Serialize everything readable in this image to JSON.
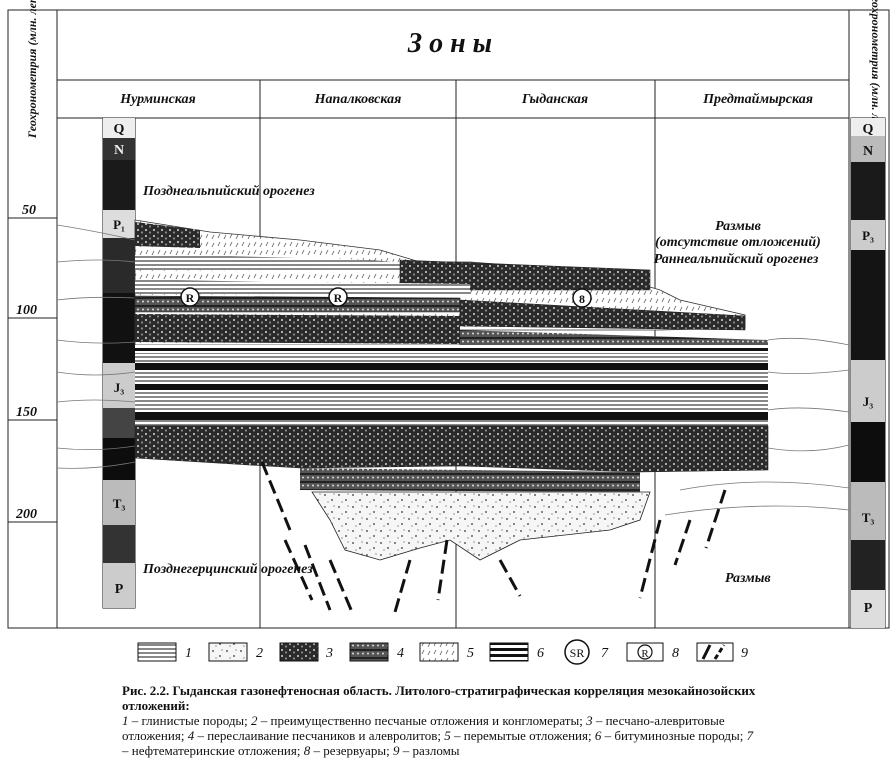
{
  "header": {
    "zones_title": "З о н ы",
    "geochron_label": "Геохронометрия (млн. лет)"
  },
  "zones": [
    "Нурминская",
    "Напалковская",
    "Гыданская",
    "Предтаймырская"
  ],
  "time_scale": {
    "ticks": [
      "50",
      "100",
      "150",
      "200"
    ]
  },
  "left_column": {
    "labels": [
      "Q",
      "N",
      "P₁",
      "J₃",
      "T₃",
      "P"
    ]
  },
  "right_column": {
    "labels": [
      "Q",
      "N",
      "P₃",
      "J₃",
      "T₃",
      "P"
    ]
  },
  "annotations": {
    "late_alpine": "Позднеальпийский орогенез",
    "erosion_top_1": "Размыв",
    "erosion_top_2": "(отсутствие отложений)",
    "early_alpine": "Раннеальпийский орогенез",
    "late_hercynian": "Позднегерцинский орогенез",
    "erosion_bottom": "Размыв"
  },
  "reservoir_marks": [
    "R",
    "R",
    "8"
  ],
  "legend": [
    {
      "num": "1",
      "pattern": "clay"
    },
    {
      "num": "2",
      "pattern": "sand-conglomerate"
    },
    {
      "num": "3",
      "pattern": "sand-silt"
    },
    {
      "num": "4",
      "pattern": "interbedding"
    },
    {
      "num": "5",
      "pattern": "washed"
    },
    {
      "num": "6",
      "pattern": "bituminous"
    },
    {
      "num": "7",
      "pattern": "source-rock",
      "symbol": "SR"
    },
    {
      "num": "8",
      "pattern": "reservoir",
      "symbol": "R"
    },
    {
      "num": "9",
      "pattern": "faults"
    }
  ],
  "caption": {
    "title": "Рис. 2.2. Гыданская газонефтеносная область. Литолого-стратиграфическая корреляция мезокайнозойских отложений:",
    "items": [
      {
        "n": "1",
        "t": " – глинистые породы; "
      },
      {
        "n": "2",
        "t": " – преимущественно песчаные отложения и конгломераты; "
      },
      {
        "n": "3",
        "t": " – песчано-алевритовые отложения; "
      },
      {
        "n": "4",
        "t": " – переслаивание песчаников и алевролитов; "
      },
      {
        "n": "5",
        "t": " – перемытые отложения; "
      },
      {
        "n": "6",
        "t": " – битуминозные породы; "
      },
      {
        "n": "7",
        "t": " – нефтематеринские отложения; "
      },
      {
        "n": "8",
        "t": " – резервуары; "
      },
      {
        "n": "9",
        "t": " – разломы"
      }
    ]
  }
}
